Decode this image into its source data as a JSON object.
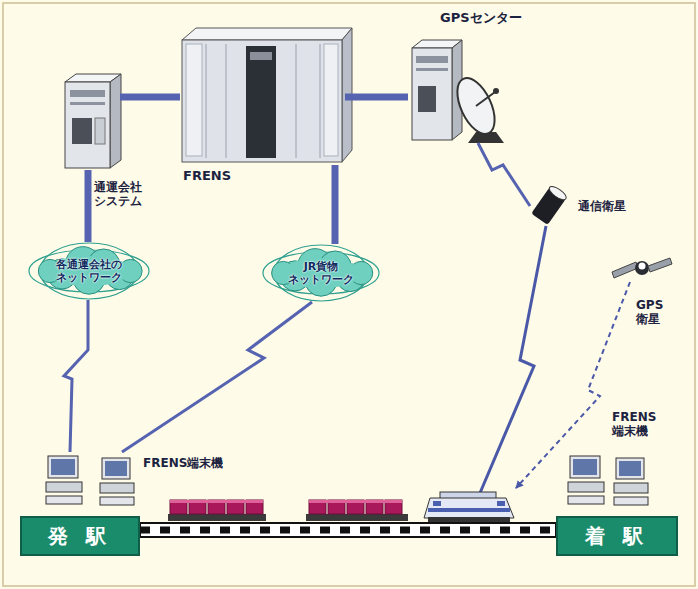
{
  "diagram": {
    "nodes": [
      {
        "text": [
          "FRENS"
        ]
      },
      {
        "text": [
          "通運会社 システム"
        ]
      },
      {
        "text": [
          "GPSセンター"
        ]
      },
      {
        "text": [
          "各通運会社の ネットワーク"
        ]
      },
      {
        "text": [
          "JR貨物 ネットワーク"
        ]
      },
      {
        "text": [
          "通信衛星"
        ]
      },
      {
        "text": [
          "GPS 衛星"
        ]
      },
      {
        "text": [
          "発 駅"
        ]
      },
      {
        "text": [
          "着 駅"
        ]
      },
      {
        "text": [
          "FRENS端末機"
        ]
      },
      {
        "text": [
          "FRENS 端末機"
        ]
      }
    ],
    "edges": [
      {
        "from": 1,
        "to": 0,
        "arrow": "none"
      },
      {
        "from": 0,
        "to": 2,
        "arrow": "none"
      },
      {
        "from": 1,
        "to": 3,
        "arrow": "none"
      },
      {
        "from": 0,
        "to": 4,
        "arrow": "none"
      },
      {
        "from": 2,
        "to": 5,
        "arrow": "none"
      },
      {
        "from": 3,
        "to": 9,
        "arrow": "none"
      },
      {
        "from": 4,
        "to": 9,
        "arrow": "none"
      }
    ]
  }
}
